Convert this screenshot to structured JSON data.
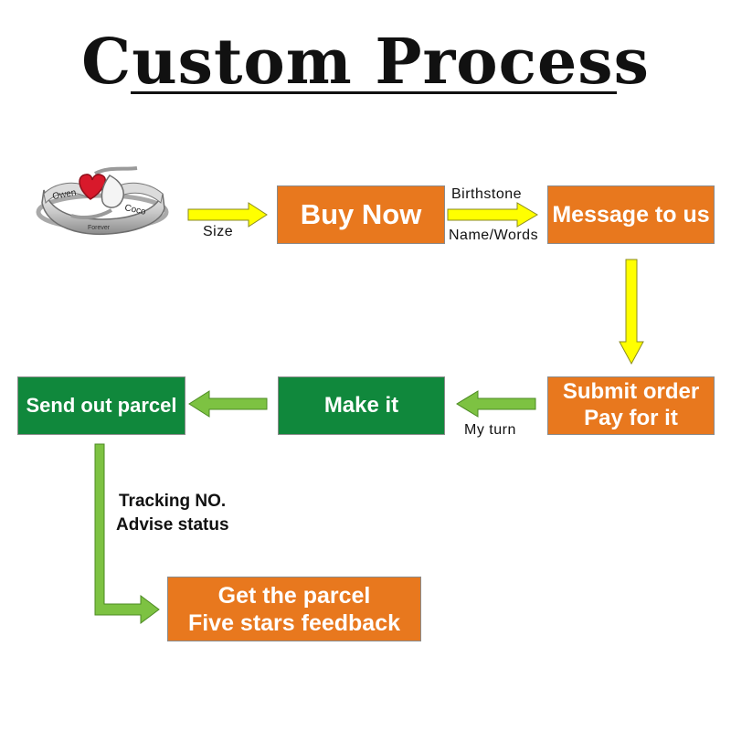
{
  "title": "Custom Process",
  "ring": {
    "engraving_left": "Owen",
    "engraving_right": "Coco",
    "engraving_bottom": "Forever"
  },
  "steps": {
    "buy_now": "Buy Now",
    "message": "Message to us",
    "submit_line1": "Submit order",
    "submit_line2": "Pay for it",
    "make_it": "Make it",
    "send_out": "Send out parcel",
    "get_line1": "Get the parcel",
    "get_line2": "Five stars feedback"
  },
  "labels": {
    "size": "Size",
    "birthstone": "Birthstone",
    "name_words": "Name/Words",
    "my_turn": "My turn",
    "tracking_line1": "Tracking NO.",
    "tracking_line2": "Advise status"
  },
  "colors": {
    "orange": "#e8781e",
    "green": "#10883c",
    "yellow_arrow": "#ffff00",
    "green_arrow": "#7dc242"
  }
}
